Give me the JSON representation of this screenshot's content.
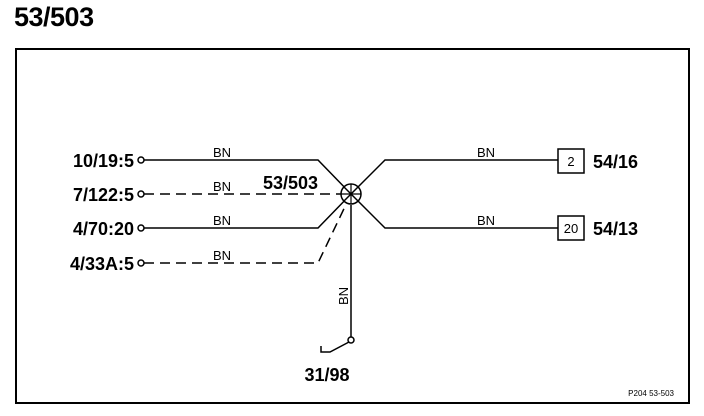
{
  "title": "53/503",
  "diagram": {
    "splice_label": "53/503",
    "left_connectors": [
      {
        "label": "10/19:5",
        "wire": "BN",
        "style": "solid"
      },
      {
        "label": "7/122:5",
        "wire": "BN",
        "style": "dashed"
      },
      {
        "label": "4/70:20",
        "wire": "BN",
        "style": "solid"
      },
      {
        "label": "4/33A:5",
        "wire": "BN",
        "style": "dashed"
      }
    ],
    "right_connectors": [
      {
        "pin": "2",
        "label": "54/16",
        "wire": "BN"
      },
      {
        "pin": "20",
        "label": "54/13",
        "wire": "BN"
      }
    ],
    "ground": {
      "label": "31/98",
      "wire": "BN"
    },
    "reference": "P204 53-503"
  }
}
